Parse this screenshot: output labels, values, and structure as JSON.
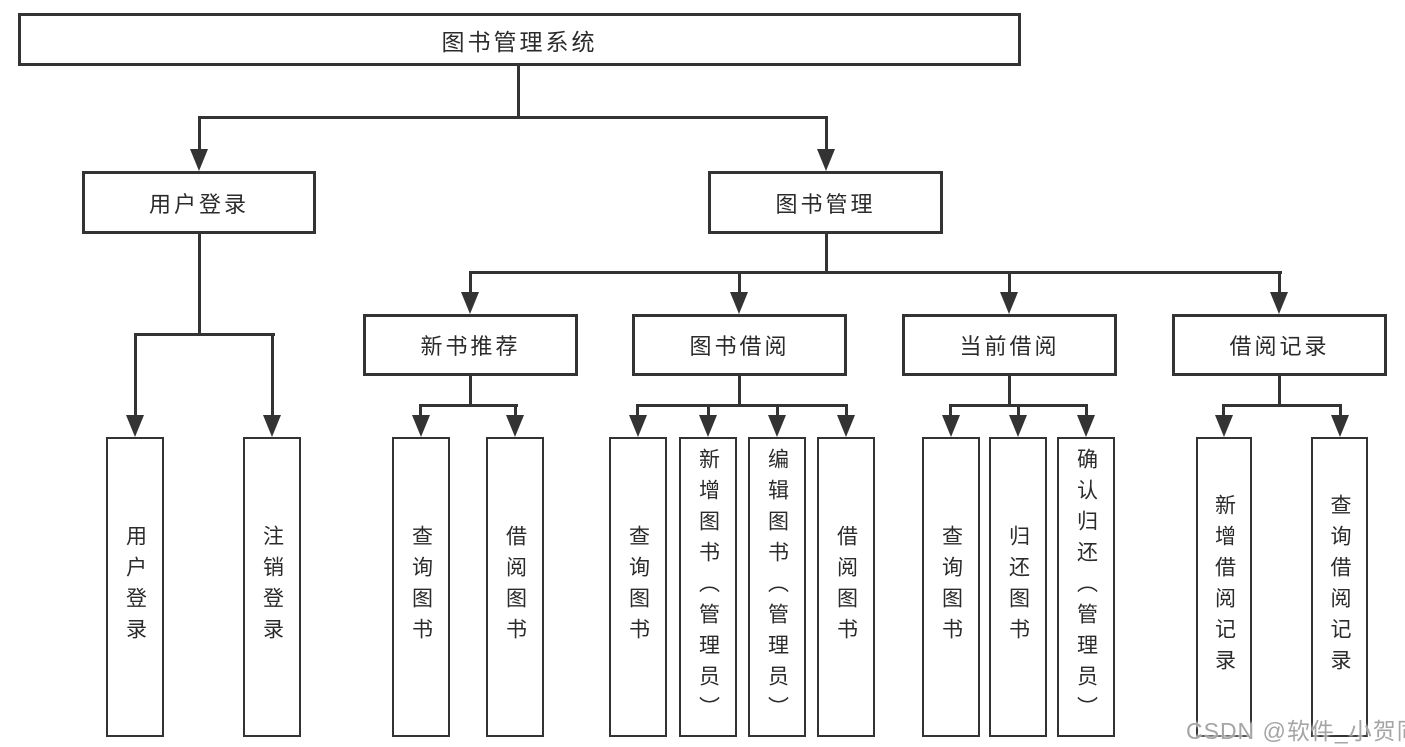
{
  "diagram": {
    "root": {
      "label": "图书管理系统",
      "children": [
        {
          "label": "用户登录",
          "children": [
            {
              "label": "用户登录"
            },
            {
              "label": "注销登录"
            }
          ]
        },
        {
          "label": "图书管理",
          "children": [
            {
              "label": "新书推荐",
              "children": [
                {
                  "label": "查询图书"
                },
                {
                  "label": "借阅图书"
                }
              ]
            },
            {
              "label": "图书借阅",
              "children": [
                {
                  "label": "查询图书"
                },
                {
                  "label": "新增图书（管理员）"
                },
                {
                  "label": "编辑图书（管理员）"
                },
                {
                  "label": "借阅图书"
                }
              ]
            },
            {
              "label": "当前借阅",
              "children": [
                {
                  "label": "查询图书"
                },
                {
                  "label": "归还图书"
                },
                {
                  "label": "确认归还（管理员）"
                }
              ]
            },
            {
              "label": "借阅记录",
              "children": [
                {
                  "label": "新增借阅记录"
                },
                {
                  "label": "查询借阅记录"
                }
              ]
            }
          ]
        }
      ]
    },
    "colors": {
      "line": "#333333",
      "box_background": "#ffffff",
      "watermark": "#a5a5a5"
    }
  },
  "watermark": {
    "text": "CSDN @软件_小贺同学"
  }
}
